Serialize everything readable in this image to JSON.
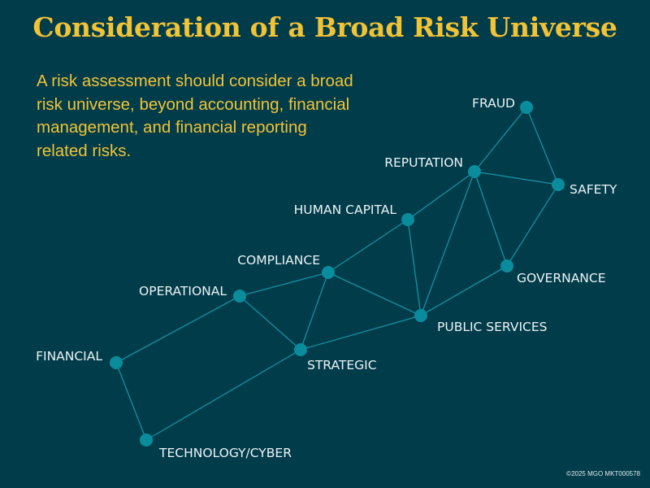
{
  "title": "Consideration of a Broad Risk Universe",
  "intro": "A risk assessment should consider a broad risk universe, beyond accounting, financial management, and financial reporting related risks.",
  "footer": "©2025 MGO  MKT000578",
  "colors": {
    "background": "#013c4b",
    "accent": "#f2c335",
    "node": "#0a8c9c",
    "edge": "#1690a0"
  },
  "nodes": [
    {
      "id": "fraud",
      "label": "FRAUD"
    },
    {
      "id": "reputation",
      "label": "REPUTATION"
    },
    {
      "id": "safety",
      "label": "SAFETY"
    },
    {
      "id": "human_capital",
      "label": "HUMAN CAPITAL"
    },
    {
      "id": "governance",
      "label": "GOVERNANCE"
    },
    {
      "id": "compliance",
      "label": "COMPLIANCE"
    },
    {
      "id": "operational",
      "label": "OPERATIONAL"
    },
    {
      "id": "public_services",
      "label": "PUBLIC SERVICES"
    },
    {
      "id": "strategic",
      "label": "STRATEGIC"
    },
    {
      "id": "financial",
      "label": "FINANCIAL"
    },
    {
      "id": "technology",
      "label": "TECHNOLOGY/CYBER"
    }
  ],
  "edges": [
    [
      "fraud",
      "reputation"
    ],
    [
      "fraud",
      "safety"
    ],
    [
      "reputation",
      "safety"
    ],
    [
      "reputation",
      "human_capital"
    ],
    [
      "reputation",
      "governance"
    ],
    [
      "reputation",
      "public_services"
    ],
    [
      "safety",
      "governance"
    ],
    [
      "human_capital",
      "compliance"
    ],
    [
      "human_capital",
      "public_services"
    ],
    [
      "governance",
      "public_services"
    ],
    [
      "compliance",
      "operational"
    ],
    [
      "compliance",
      "strategic"
    ],
    [
      "compliance",
      "public_services"
    ],
    [
      "operational",
      "strategic"
    ],
    [
      "operational",
      "financial"
    ],
    [
      "strategic",
      "public_services"
    ],
    [
      "strategic",
      "technology"
    ],
    [
      "financial",
      "technology"
    ]
  ]
}
